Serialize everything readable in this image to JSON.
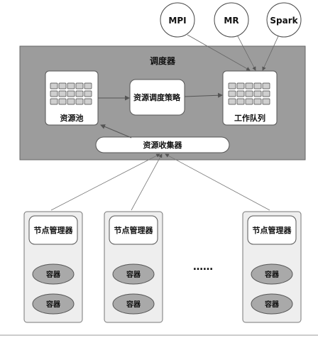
{
  "scheduler": {
    "title": "调度器",
    "resource_pool": "资源池",
    "scheduling_policy": "资源调度策略",
    "work_queue": "工作队列",
    "resource_collector": "资源收集器"
  },
  "frameworks": [
    "MPI",
    "MR",
    "Spark"
  ],
  "nodes": [
    {
      "manager": "节点管理器",
      "containers": [
        "容器",
        "容器"
      ]
    },
    {
      "manager": "节点管理器",
      "containers": [
        "容器",
        "容器"
      ]
    },
    {
      "manager": "节点管理器",
      "containers": [
        "容器",
        "容器"
      ]
    }
  ],
  "ellipsis": "……",
  "colors": {
    "scheduler_bg": "#9c9c9c",
    "container_fill": "#a9a9a9",
    "node_fill": "#eeeeee",
    "box_fill": "#ffffff",
    "stroke": "#555555"
  }
}
